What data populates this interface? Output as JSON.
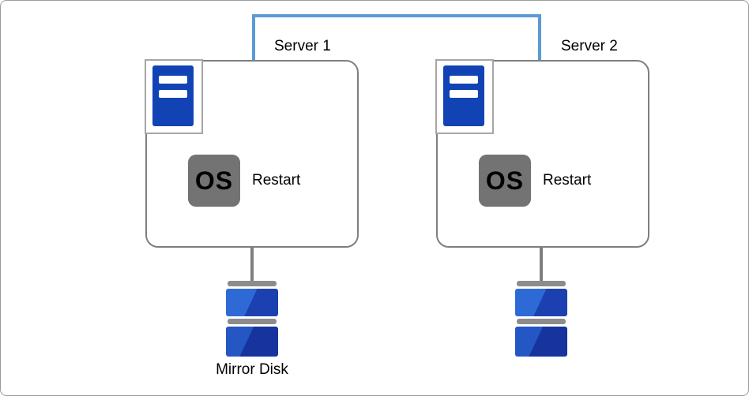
{
  "servers": [
    {
      "label": "Server 1",
      "os": "OS",
      "action": "Restart"
    },
    {
      "label": "Server 2",
      "os": "OS",
      "action": "Restart"
    }
  ],
  "disk_label": "Mirror Disk",
  "colors": {
    "interconnect_blue": "#5B9BD5",
    "box_border_gray": "#7F7F7F",
    "icon_frame_gray": "#A6A6A6",
    "server_icon_blue": "#1143B5",
    "os_chip_gray": "#737373",
    "disk_blue_light": "#2E6AD6",
    "disk_blue_dark": "#16339E",
    "hardware_bar_gray": "#8C8C8C"
  }
}
